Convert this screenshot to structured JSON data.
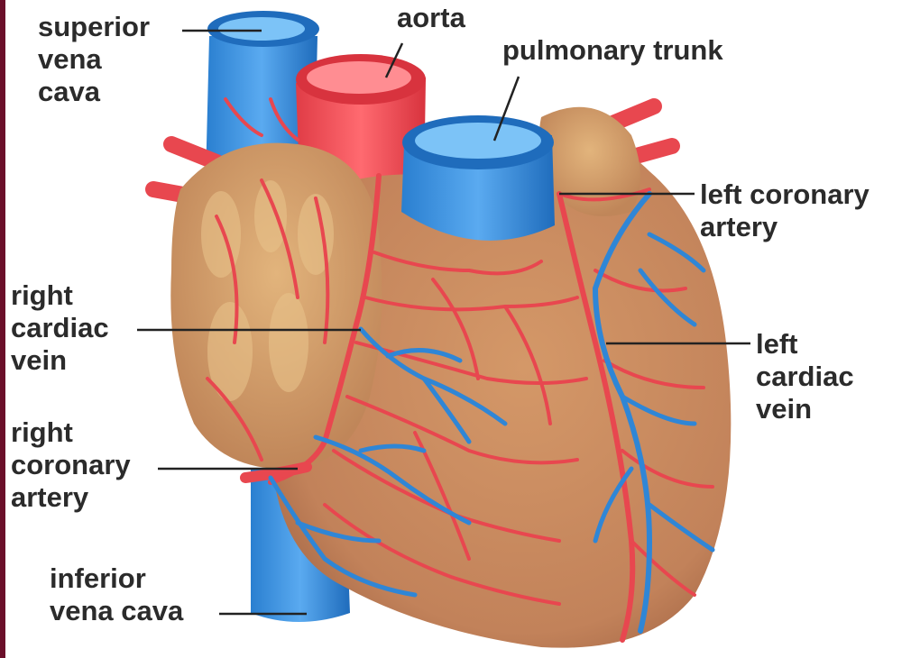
{
  "labels": {
    "superior_vena_cava": [
      "superior",
      "vena",
      "cava"
    ],
    "aorta": [
      "aorta"
    ],
    "pulmonary_trunk": [
      "pulmonary trunk"
    ],
    "left_coronary_artery": [
      "left coronary",
      "artery"
    ],
    "right_cardiac_vein": [
      "right",
      "cardiac",
      "vein"
    ],
    "left_cardiac_vein": [
      "left",
      "cardiac",
      "vein"
    ],
    "right_coronary_artery": [
      "right",
      "coronary",
      "artery"
    ],
    "inferior_vena_cava": [
      "inferior",
      "vena cava"
    ]
  },
  "colors": {
    "heart_muscle": "#c98a5e",
    "atrium": "#c9935f",
    "artery": "#e8474f",
    "vein": "#2f86d6",
    "leader_line": "#222222",
    "label_text": "#2b2b2b"
  }
}
